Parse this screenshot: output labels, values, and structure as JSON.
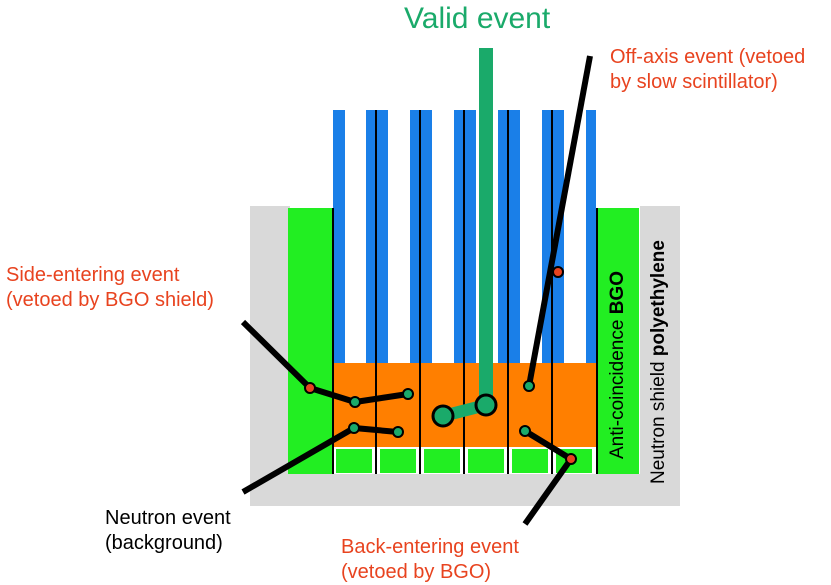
{
  "title": "Valid event",
  "labels": {
    "off_axis_line1": "Off-axis event (vetoed",
    "off_axis_line2": "by slow scintillator)",
    "side_line1": "Side-entering event",
    "side_line2": "(vetoed by BGO shield)",
    "neutron_line1": "Neutron event",
    "neutron_line2": "(background)",
    "back_line1": "Back-entering event",
    "back_line2": "(vetoed by BGO)",
    "bgo_prefix": "Anti-coincidence ",
    "bgo_bold": "BGO",
    "shield_prefix": "Neutron shield ",
    "shield_bold": "polyethylene"
  },
  "colors": {
    "title_green": "#1aaa6a",
    "label_red": "#e8431f",
    "collimator_blue": "#1a7fe8",
    "bgo_green": "#22ee22",
    "scintillator_orange": "#ff7f00",
    "shield_gray": "#d9d9d9",
    "valid_track": "#1aaa6a",
    "interaction_dot": "#1aaa6a",
    "veto_dot": "#e8431f"
  }
}
